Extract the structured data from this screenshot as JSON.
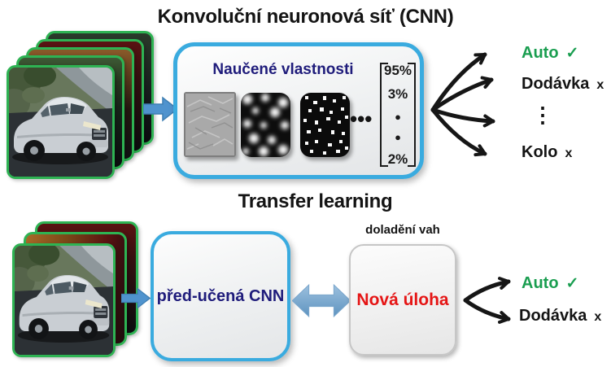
{
  "top": {
    "title": "Konvoluční neuronová síť (CNN)",
    "features_label": "Naučené vlastnosti",
    "ellipsis": "•••",
    "probabilities": [
      "95%",
      "3%",
      "●",
      "●",
      "2%"
    ],
    "outputs": [
      {
        "label": "Auto",
        "mark": "✓"
      },
      {
        "label": "Dodávka",
        "mark": "x"
      },
      {
        "label": "⋮",
        "mark": ""
      },
      {
        "label": "Kolo",
        "mark": "x"
      }
    ]
  },
  "bottom": {
    "title": "Transfer learning",
    "pretrained_label": "před-učená CNN",
    "finetune_label": "doladění vah",
    "new_task_label": "Nová úloha",
    "outputs": [
      {
        "label": "Auto",
        "mark": "✓"
      },
      {
        "label": "Dodávka",
        "mark": "x"
      }
    ]
  },
  "colors": {
    "box_border_blue": "#3aabdf",
    "stack_border_green": "#2eb353",
    "label_navy": "#1f1c7b",
    "new_task_red": "#e51515",
    "correct_green": "#1a9e50",
    "arrow_steel_blue": "#4f93ce",
    "text_black": "#141414"
  }
}
